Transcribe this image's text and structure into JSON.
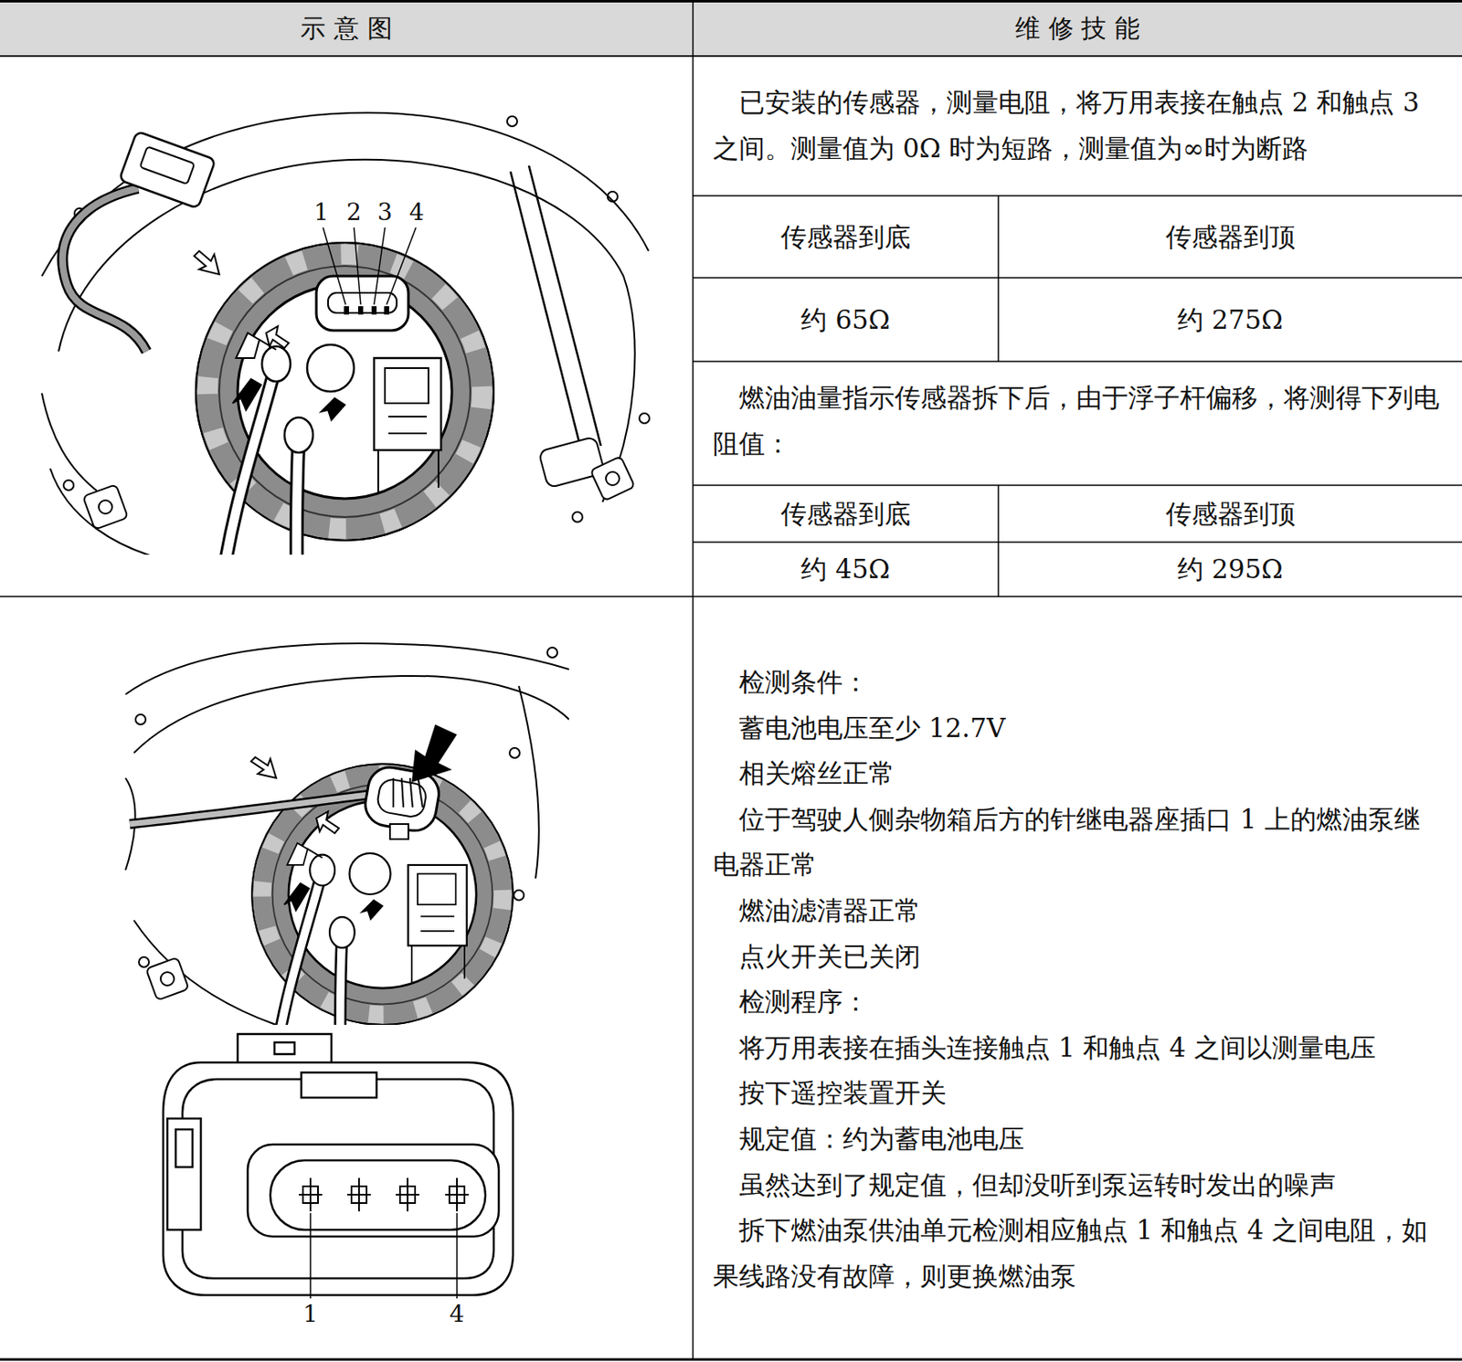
{
  "diagram": {
    "labels": [
      "示 意 图",
      "维 修 技 能",
      "1",
      "2",
      "3",
      "4",
      "已安装的传感器，测量电阻，将万用表接在触点 2 和触点 3 之间。测量值为 0Ω 时为短路，测量值为∞时为断路",
      "传感器到底",
      "传感器到顶",
      "约 65Ω",
      "约 275Ω",
      "燃油油量指示传感器拆下后，由于浮子杆偏移，将测得下列电阻值：",
      "传感器到底",
      "传感器到顶",
      "约 45Ω",
      "约 295Ω",
      "1",
      "4",
      "检测条件：",
      "蓄电池电压至少 12.7V",
      "相关熔丝正常",
      "位于驾驶人侧杂物箱后方的针继电器座插口 1 上的燃油泵继电器正常",
      "燃油滤清器正常",
      "点火开关已关闭",
      "检测程序：",
      "将万用表接在插头连接触点 1 和触点 4 之间以测量电压",
      "按下遥控装置开关",
      "规定值：约为蓄电池电压",
      "虽然达到了规定值，但却没听到泵运转时发出的噪声",
      "拆下燃油泵供油单元检测相应触点 1 和触点 4 之间电阻，如果线路没有故障，则更换燃油泵"
    ]
  }
}
